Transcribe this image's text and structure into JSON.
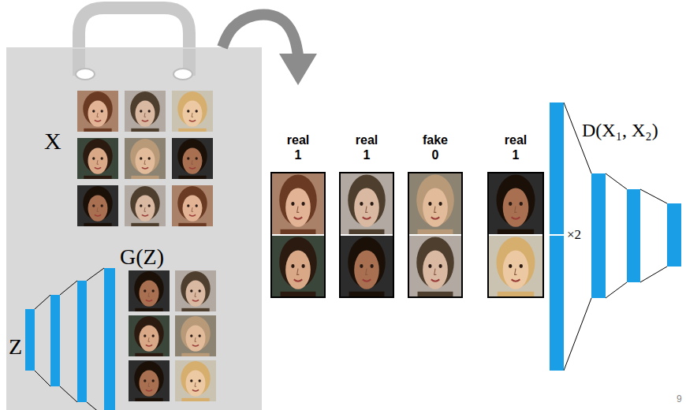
{
  "diagram": {
    "nodes": [
      {
        "text": [
          "X",
          "G(Z)",
          "Z"
        ]
      },
      {
        "text": [
          "real",
          "1"
        ]
      },
      {
        "text": [
          "real",
          "1"
        ]
      },
      {
        "text": [
          "fake",
          "0"
        ]
      },
      {
        "text": [
          "real",
          "1"
        ]
      }
    ],
    "edges": [
      {
        "from": 0,
        "to": 1,
        "arrow": "to"
      }
    ],
    "labels": [
      "D(X₁, X₂)",
      "×2",
      "9"
    ]
  }
}
